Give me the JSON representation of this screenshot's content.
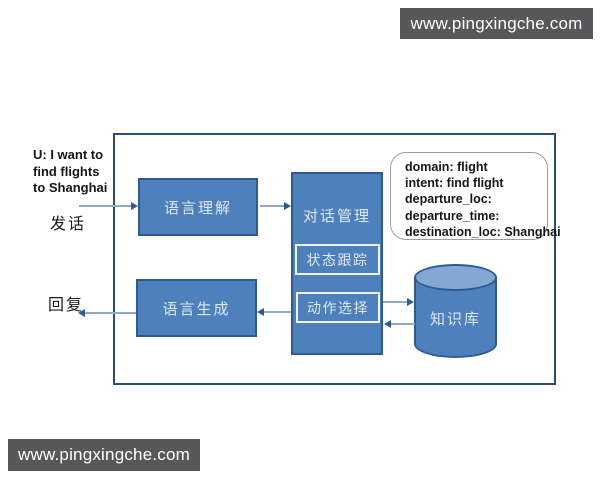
{
  "watermark": {
    "text": "www.pingxingche.com"
  },
  "annotations": {
    "user_utterance": "U: I want to\nfind flights\nto Shanghai",
    "utterance_label": "发话",
    "reply_label": "回复"
  },
  "nodes": {
    "nlu": "语言理解",
    "dialogue_management": "对话管理",
    "state_tracking": "状态跟踪",
    "action_selection": "动作选择",
    "nlg": "语言生成",
    "knowledge_base": "知识库"
  },
  "callout": {
    "lines": [
      "domain: flight",
      "intent: find flight",
      "departure_loc:",
      "departure_time:",
      "destination_loc: Shanghai"
    ]
  },
  "colors": {
    "node_fill": "#4e81bb",
    "node_border": "#2e5b94",
    "node_text": "#dbe8f5",
    "frame_border": "#2b4e77",
    "cylinder_top": "#84a8d3",
    "arrow_line": "#90aac7",
    "arrow_head": "#2e5b94",
    "banner_bg": "#58585a",
    "banner_text": "#ffffff"
  }
}
